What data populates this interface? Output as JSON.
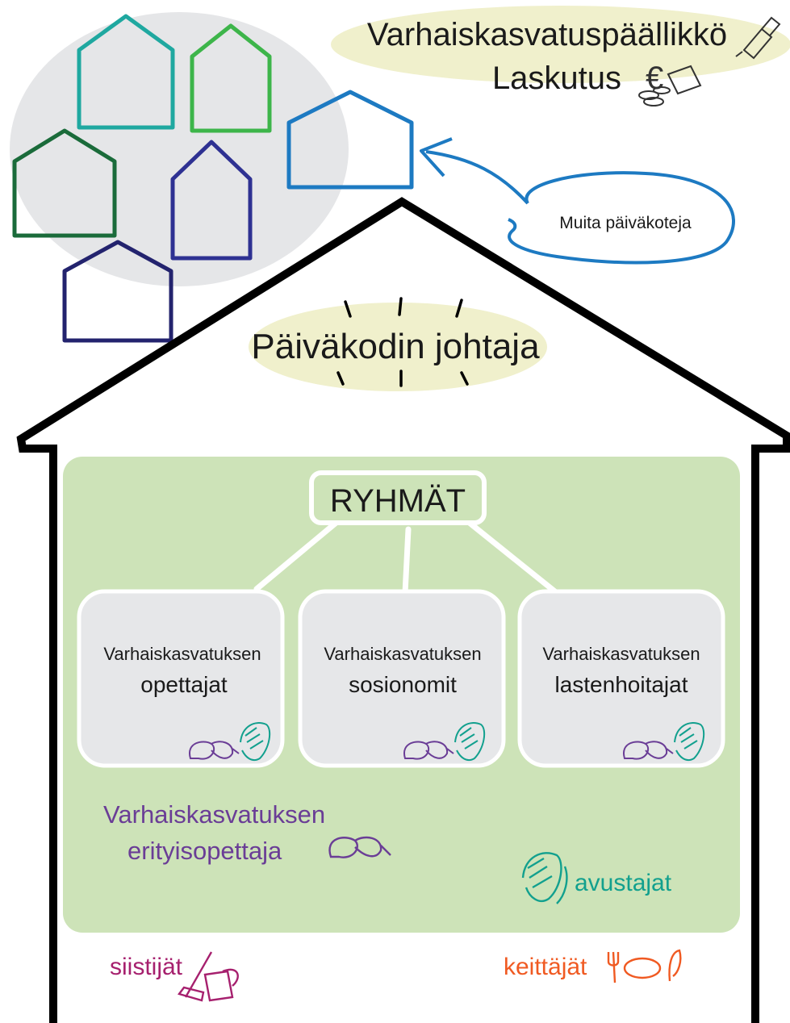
{
  "top_roles": {
    "director_title": "Varhaiskasvatuspäällikkö",
    "billing": "Laskutus",
    "euro_symbol": "€"
  },
  "callout": {
    "label": "Muita päiväkoteja"
  },
  "leader": {
    "label": "Päiväkodin johtaja"
  },
  "groups": {
    "title": "RYHMÄT",
    "cards": [
      {
        "line1": "Varhaiskasvatuksen",
        "line2": "opettajat"
      },
      {
        "line1": "Varhaiskasvatuksen",
        "line2": "sosionomit"
      },
      {
        "line1": "Varhaiskasvatuksen",
        "line2": "lastenhoitajat"
      }
    ]
  },
  "special": {
    "line1": "Varhaiskasvatuksen",
    "line2": "erityisopettaja"
  },
  "assistants": {
    "label": "avustajat"
  },
  "cleaners": {
    "label": "siistijät"
  },
  "cooks": {
    "label": "keittäjät"
  },
  "colors": {
    "roof": "#000000",
    "green_area": "#cde3b8",
    "card_fill": "#e6e7e9",
    "highlight": "#f0f0cc",
    "house_teal": "#1fa8a0",
    "house_green": "#3db54a",
    "house_darkgreen": "#1a6b3a",
    "house_indigo": "#2e3192",
    "house_navy": "#23236e",
    "house_blue": "#1d7ac2",
    "purple": "#6a3d96",
    "teal": "#12a08e",
    "magenta": "#a6206e",
    "orange": "#f05a22"
  }
}
